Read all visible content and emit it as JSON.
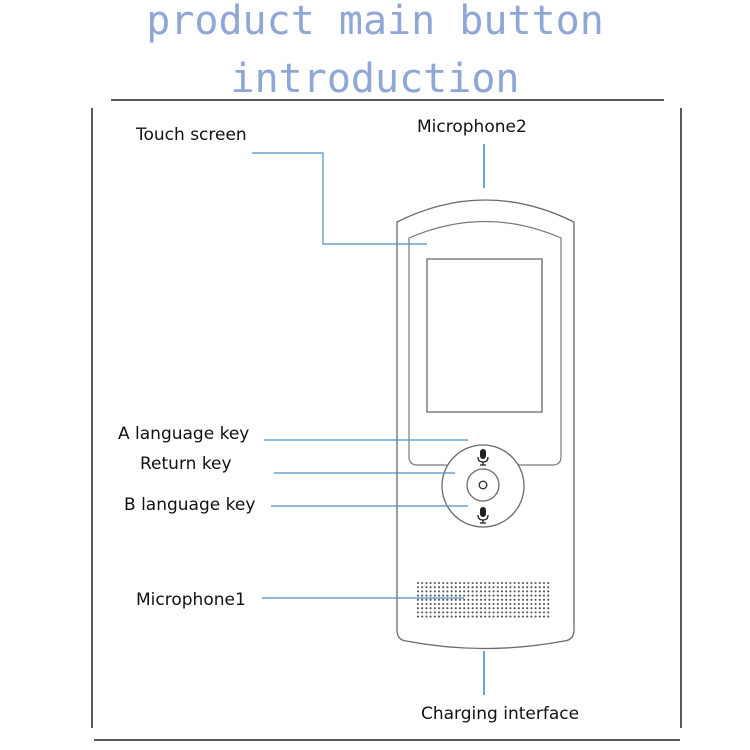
{
  "title": {
    "line1": "product main button",
    "line2": "introduction"
  },
  "labels": {
    "touch_screen": "Touch screen",
    "microphone2": "Microphone2",
    "a_language_key": "A language key",
    "return_key": "Return key",
    "b_language_key": "B language key",
    "microphone1": "Microphone1",
    "charging_interface": "Charging interface"
  },
  "colors": {
    "title": "#8fa6d6",
    "callout_line": "#4a90c8",
    "device_outline": "#555555",
    "frame": "#222222"
  },
  "icons": {
    "button_top": "microphone-icon",
    "button_center": "circle-icon",
    "button_bottom": "microphone-icon"
  }
}
